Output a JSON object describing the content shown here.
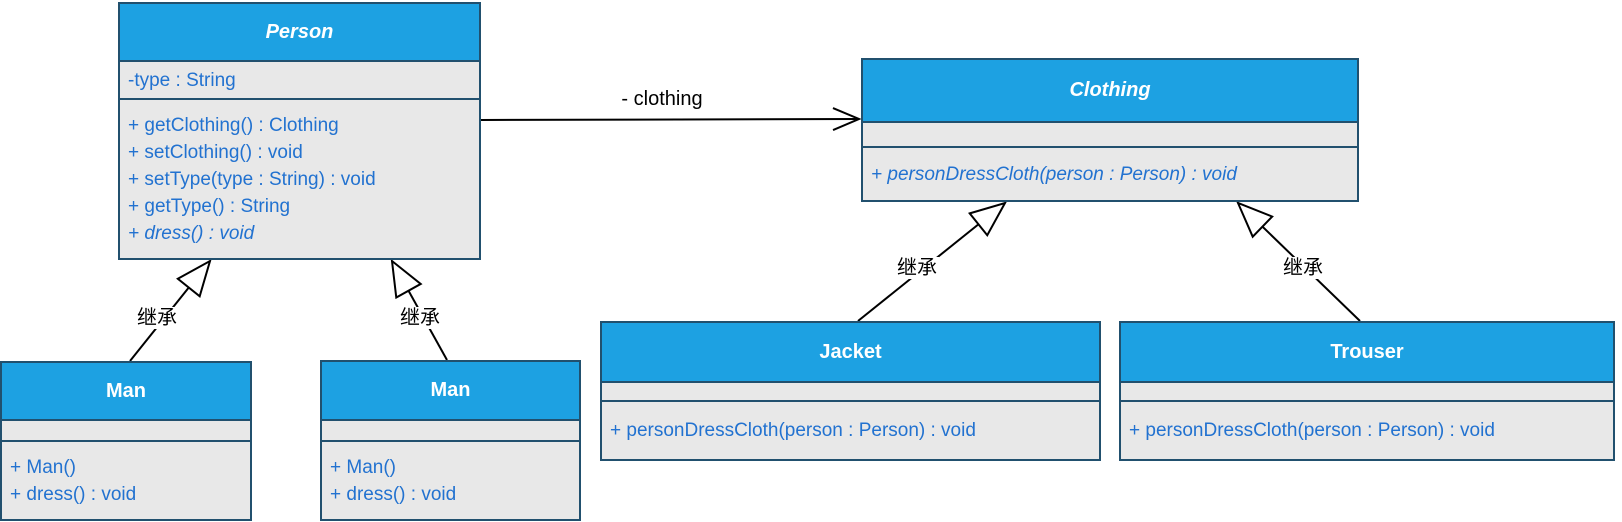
{
  "diagram_title": "UML class diagram",
  "colors": {
    "header_fill": "#1da1e2",
    "body_fill": "#e8e8e8",
    "stroke": "#21506e",
    "member_text": "#2272d0",
    "title_text": "#ffffff",
    "edge": "#000000",
    "background": "#ffffff"
  },
  "classes": {
    "person": {
      "name": "Person",
      "abstract": true,
      "attributes": [
        "-type : String"
      ],
      "methods": [
        "+ getClothing() : Clothing",
        "+ setClothing() : void",
        "+ setType(type : String) : void",
        "+ getType() : String",
        "+ dress() : void"
      ]
    },
    "clothing": {
      "name": "Clothing",
      "abstract": true,
      "attributes": [],
      "methods": [
        "+ personDressCloth(person : Person) : void"
      ]
    },
    "man_left": {
      "name": "Man",
      "abstract": false,
      "attributes": [],
      "methods": [
        "+ Man()",
        "+ dress() : void"
      ]
    },
    "man_right": {
      "name": "Man",
      "abstract": false,
      "attributes": [],
      "methods": [
        "+ Man()",
        "+ dress() : void"
      ]
    },
    "jacket": {
      "name": "Jacket",
      "abstract": false,
      "attributes": [],
      "methods": [
        "+ personDressCloth(person : Person) : void"
      ]
    },
    "trouser": {
      "name": "Trouser",
      "abstract": false,
      "attributes": [],
      "methods": [
        "+ personDressCloth(person : Person) : void"
      ]
    }
  },
  "edges": {
    "association": {
      "type": "association",
      "from": "Person",
      "to": "Clothing",
      "label": "- clothing"
    },
    "inheritance_man_left": {
      "type": "inheritance",
      "from": "Man",
      "to": "Person",
      "label": "继承"
    },
    "inheritance_man_right": {
      "type": "inheritance",
      "from": "Man",
      "to": "Person",
      "label": "继承"
    },
    "inheritance_jacket": {
      "type": "inheritance",
      "from": "Jacket",
      "to": "Clothing",
      "label": "继承"
    },
    "inheritance_trouser": {
      "type": "inheritance",
      "from": "Trouser",
      "to": "Clothing",
      "label": "继承"
    }
  }
}
